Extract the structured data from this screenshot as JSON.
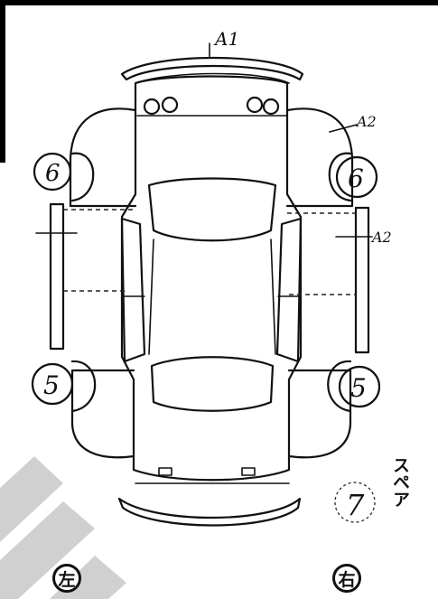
{
  "diagram": {
    "labels": {
      "front_bumper": "A1",
      "front_right_fender": "A2",
      "right_door": "A2",
      "front_left_wheel": "6",
      "front_right_wheel": "6",
      "rear_left_wheel": "5",
      "rear_right_wheel": "5",
      "spare_wheel": "7",
      "spare_caption": "スペア",
      "left_side": "左",
      "right_side": "右"
    },
    "colors": {
      "ink": "#111111",
      "frame": "#000000",
      "watermark": "#d0d0d0"
    }
  }
}
